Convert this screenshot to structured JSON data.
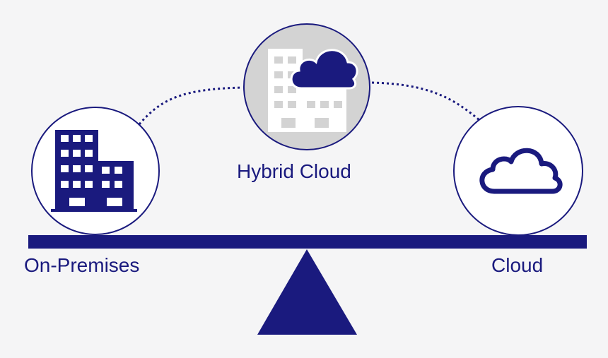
{
  "colors": {
    "accent": "#1a1a7e",
    "background": "#f5f5f6",
    "circle_fill": "#ffffff",
    "hybrid_circle_fill": "#d3d3d3",
    "hybrid_building": "#ffffff"
  },
  "labels": {
    "on_premises": "On-Premises",
    "hybrid": "Hybrid Cloud",
    "cloud": "Cloud"
  },
  "icons": {
    "on_premises": "office-buildings-icon",
    "hybrid": "building-with-cloud-icon",
    "cloud": "cloud-outline-icon"
  }
}
